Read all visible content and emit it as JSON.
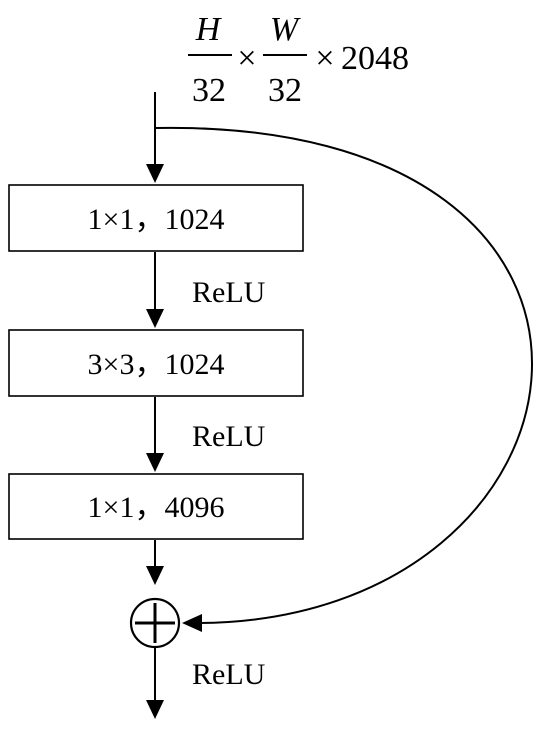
{
  "input_shape": {
    "h_symbol": "H",
    "w_symbol": "W",
    "divisor_h": "32",
    "divisor_w": "32",
    "times_1": "×",
    "times_2": "×",
    "channels": "2048"
  },
  "blocks": [
    {
      "label": "1×1，1024"
    },
    {
      "label": "3×3，1024"
    },
    {
      "label": "1×1，4096"
    }
  ],
  "activations": [
    "ReLU",
    "ReLU",
    "ReLU"
  ],
  "add_symbol": "⊕"
}
